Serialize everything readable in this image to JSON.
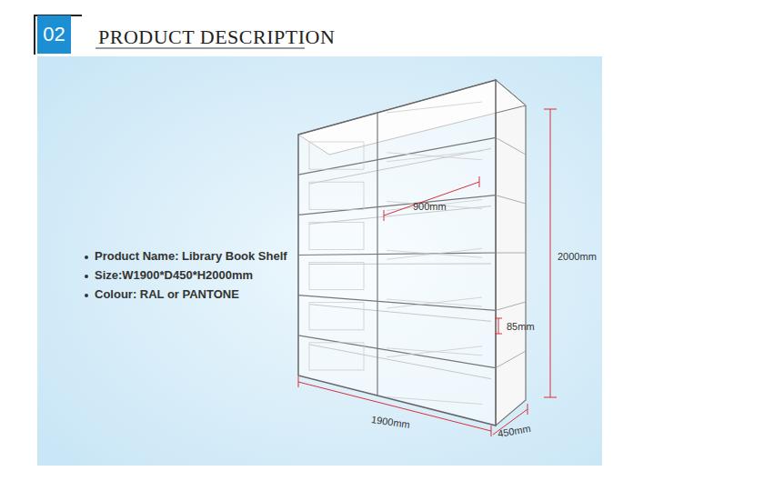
{
  "diagram": {
    "title": "PRODUCT DESCRIPTION",
    "nodes": [
      {
        "text": [
          "02"
        ]
      }
    ],
    "labels": [
      "Product Name: Library Book Shelf",
      "Size:W1900*D450*H2000mm",
      "Colour: RAL or PANTONE",
      "900mm",
      "2000mm",
      "85mm",
      "1900mm",
      "450mm"
    ]
  }
}
